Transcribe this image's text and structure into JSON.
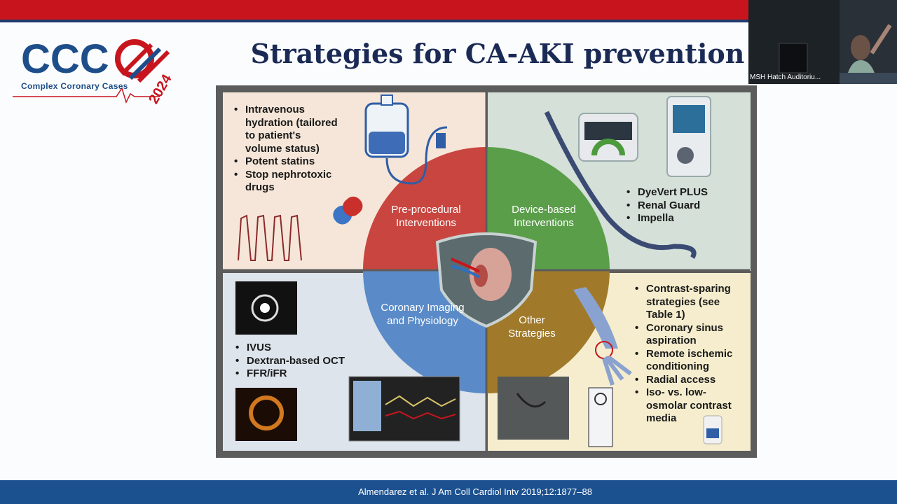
{
  "slide": {
    "title": "Strategies for CA-AKI prevention",
    "logo_mark": "CCC",
    "logo_year": "2024",
    "logo_subtitle": "Complex Coronary Cases",
    "footer": "Almendarez et al. J Am Coll Cardiol Intv 2019;12:1877–88"
  },
  "video": {
    "participant_label": "MSH Hatch Auditoriu..."
  },
  "figure": {
    "segments": {
      "pre": "Pre-procedural Interventions",
      "device": "Device-based Interventions",
      "imaging": "Coronary Imaging and Physiology",
      "other": "Other Strategies"
    },
    "pre_items": [
      "Intravenous hydration (tailored to patient's volume status)",
      "Potent statins",
      "Stop nephrotoxic drugs"
    ],
    "device_items": [
      "DyeVert PLUS",
      "Renal Guard",
      "Impella"
    ],
    "imaging_items": [
      "IVUS",
      "Dextran-based OCT",
      "FFR/iFR"
    ],
    "other_items": [
      "Contrast-sparing strategies (see Table 1)",
      "Coronary sinus aspiration",
      "Remote ischemic conditioning",
      "Radial access",
      "Iso- vs. low-osmolar contrast media"
    ],
    "colors": {
      "pre": "#c8463f",
      "device": "#5a9e4a",
      "imaging": "#5a8bc8",
      "other": "#a07a2a"
    }
  }
}
